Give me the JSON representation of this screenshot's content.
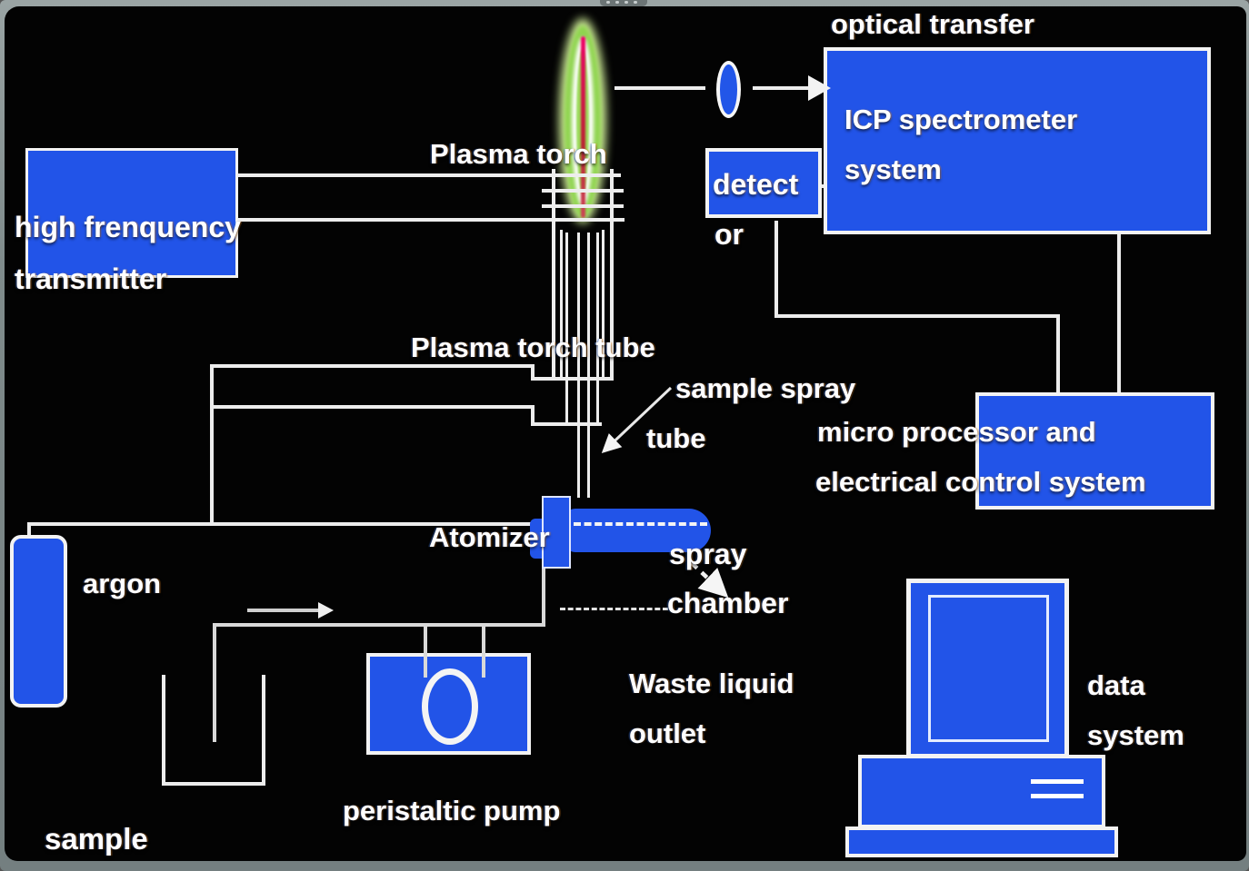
{
  "diagram": {
    "title": "ICP spectrometer system schematic",
    "labels": {
      "optical_transfer": "optical transfer",
      "icp_line1": "ICP spectrometer",
      "icp_line2": "system",
      "detect": "detect",
      "or": "or",
      "hf_line1": "high frenquency",
      "hf_line2": "transmitter",
      "plasma_torch": "Plasma torch",
      "plasma_torch_tube": "Plasma torch tube",
      "sample_spray": "sample spray",
      "tube": "tube",
      "micro_line1": "micro processor and",
      "micro_line2": "electrical control system",
      "atomizer": "Atomizer",
      "spray": "spray",
      "chamber": "chamber",
      "waste_line1": "Waste liquid",
      "waste_line2": "outlet",
      "argon": "argon",
      "peristaltic_pump": "peristaltic pump",
      "sample": "sample",
      "data": "data",
      "data_system": "system"
    },
    "components": [
      "plasma-torch-flame",
      "induction-coil",
      "torch-tube-assembly",
      "lens",
      "icp-spectrometer-box",
      "detector-box",
      "high-frequency-transmitter-box",
      "microprocessor-box",
      "atomizer",
      "spray-chamber",
      "argon-tank",
      "sample-beaker",
      "peristaltic-pump",
      "data-system-computer"
    ],
    "colors": {
      "box_blue": "#2254e8",
      "line_white": "#ededed",
      "flame_green": "#8fd44f",
      "flame_core_red": "#cc3355",
      "frame_gray": "#7f8b8b",
      "background": "#030303"
    }
  }
}
